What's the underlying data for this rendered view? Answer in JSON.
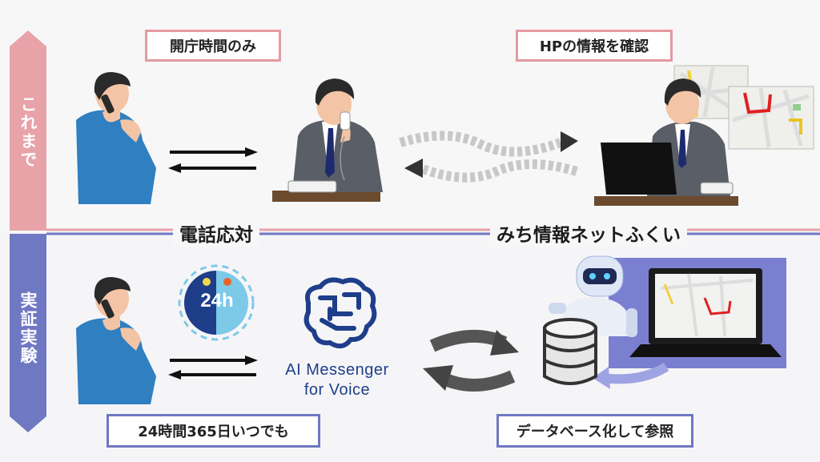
{
  "sections": {
    "top": {
      "side_label": "これまで",
      "color": "#e8a3a8"
    },
    "bottom": {
      "side_label": "実証実験",
      "color": "#6f78c2"
    }
  },
  "labels": {
    "business_hours": "開庁時間のみ",
    "check_hp": "HPの情報を確認",
    "phone_support": "電話応対",
    "michi_info": "みち情報ネットふくい",
    "always_available": "24時間365日いつでも",
    "db_reference": "データベース化して参照",
    "clock_text": "24h"
  },
  "logo": {
    "line1": "AI Messenger",
    "line2": "for Voice"
  },
  "colors": {
    "shirt": "#2f7fc1",
    "suit": "#5a5e66",
    "pink_border": "#e49aa1",
    "blue_border": "#6f78c2",
    "laptop_bg": "#7b7fd0"
  }
}
